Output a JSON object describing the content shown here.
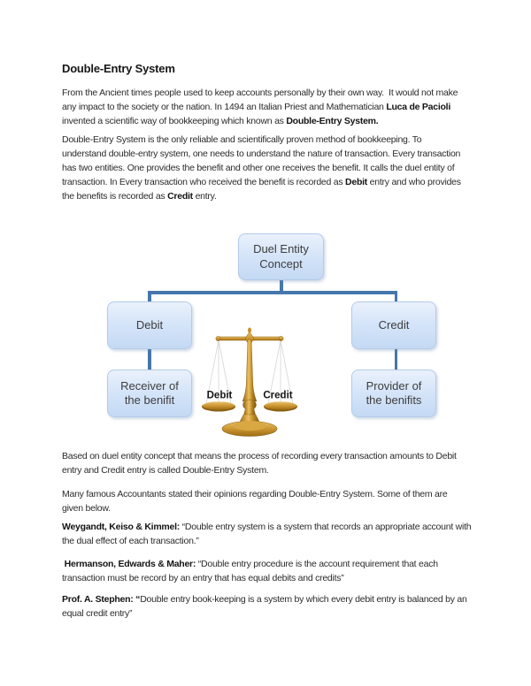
{
  "document": {
    "title": "Double-Entry System",
    "paragraphs": {
      "p1": {
        "l1": "From the Ancient times people used to keep accounts personally by their own way.  It would not make",
        "l2a": "any impact to the society or the nation. In 1494 an Italian Priest and Mathematician ",
        "l2b": "Luca de Pacioli",
        "l3a": "invented a scientific way of bookkeeping which known as ",
        "l3b": "Double-Entry System."
      },
      "p2": {
        "l1": "Double-Entry System is the only reliable and scientifically proven method of bookkeeping. To",
        "l2": "understand double-entry system, one needs to understand the nature of transaction. Every transaction",
        "l3": "has two entities. One provides the benefit and other one receives the benefit. It calls the duel entity of",
        "l4a": "transaction. In Every transaction who received the benefit is recorded as ",
        "l4b": "Debit",
        "l4c": " entry and who provides",
        "l5a": "the benefits is recorded as ",
        "l5b": "Credit",
        "l5c": " entry."
      },
      "p3": {
        "l1": "Based on duel entity concept that means the process of recording every transaction amounts to Debit",
        "l2": "entry and Credit entry is called Double-Entry System."
      },
      "p4": {
        "l1": "Many famous Accountants stated their opinions regarding Double-Entry System. Some of them are",
        "l2": "given below."
      },
      "p5": {
        "l1a": "Weygandt, Keiso & Kimmel:",
        "l1b": " “Double entry system is a system that records an appropriate account with",
        "l2": "the dual effect of each transaction.”"
      },
      "p6": {
        "l1a": " Hermanson, Edwards & Maher:",
        "l1b": " “Double entry procedure is the account requirement that each",
        "l2": "transaction must be record by an entry that has equal debits and credits”"
      },
      "p7": {
        "l1a": "Prof. A. Stephen: “",
        "l1b": "Double entry book-keeping is a system by which every debit entry is balanced by an",
        "l2": "equal credit entry”"
      }
    }
  },
  "diagram": {
    "root_label": "Duel Entity Concept",
    "debit_label": "Debit",
    "credit_label": "Credit",
    "receiver_label": "Receiver of the benifit",
    "provider_label": "Provider of the benifits",
    "scale": {
      "left_pan_label": "Debit",
      "right_pan_label": "Credit"
    }
  },
  "colors": {
    "connector_blue": "#4577ab",
    "box_fill_top": "#eaf1fc",
    "box_fill_bottom": "#c4d9f4",
    "box_border": "#b4cbea",
    "box_text": "#3d3d3d",
    "scale_gold": "#c8922e",
    "body_text": "#2b2b2b",
    "page_background": "#ffffff"
  }
}
